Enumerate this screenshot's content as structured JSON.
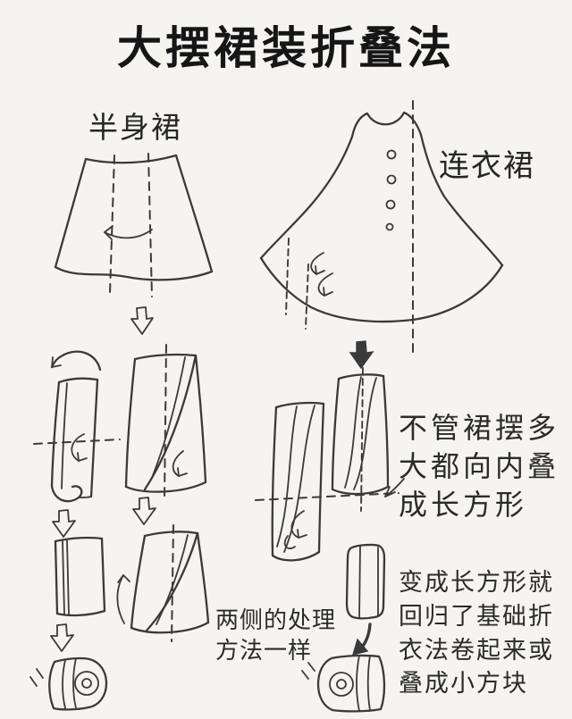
{
  "title": "大摆裙装折叠法",
  "colors": {
    "paper": "#f6f4f1",
    "ink": "#3a3a3a",
    "title": "#161616"
  },
  "labels": {
    "skirt": "半身裙",
    "dress": "连衣裙"
  },
  "annotations": {
    "fold_inward": "不管裙摆多\n大都向内叠\n成长方形",
    "both_sides": "两侧的处理\n方法一样",
    "rectangle_note": "变成长方形就\n回归了基础折\n衣法卷起来或\n叠成小方块"
  }
}
